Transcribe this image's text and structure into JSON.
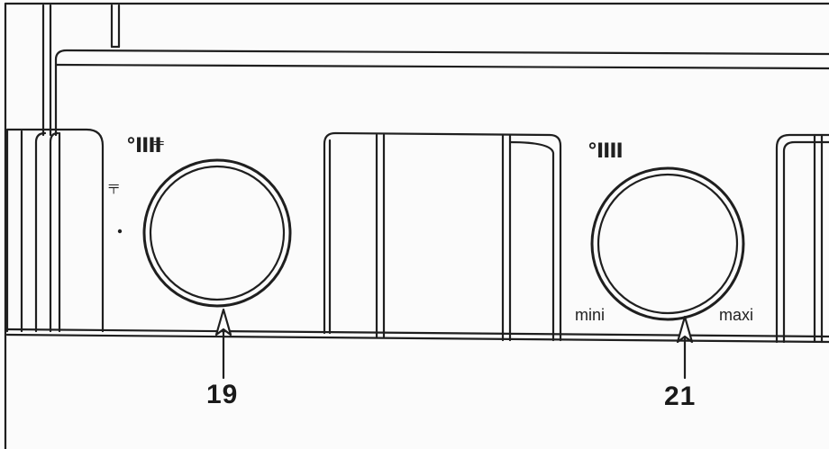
{
  "labels": {
    "knob_left_callout": "19",
    "knob_right_callout": "21",
    "scale_min": "mini",
    "scale_max": "maxi"
  },
  "icons": {
    "radiator": "radiator-icon",
    "tap": "tap-icon"
  },
  "colors": {
    "line": "#1f1f1f",
    "background": "#fbfbfb"
  }
}
